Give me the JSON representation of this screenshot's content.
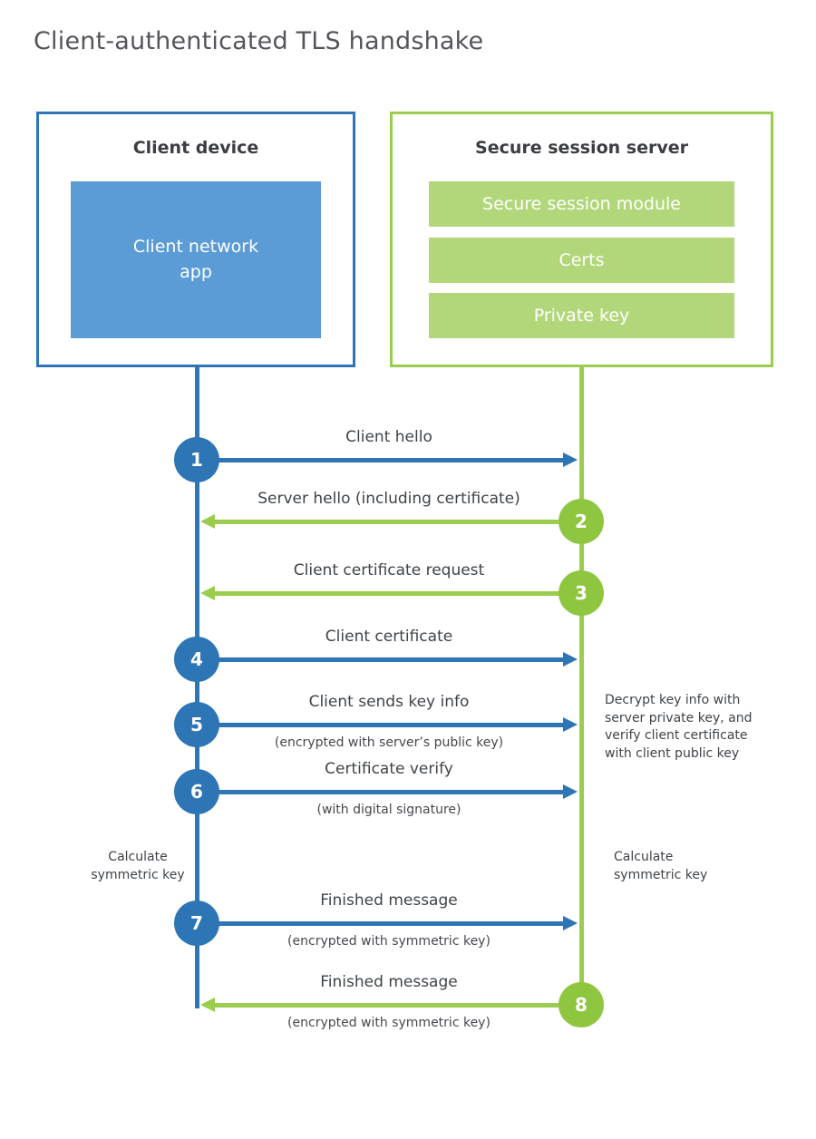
{
  "title": "Client-authenticated TLS handshake",
  "colors": {
    "client_blue": "#2e75b6",
    "client_fill_blue": "#5b9cd6",
    "server_green_line": "#9acc4e",
    "server_green_circle": "#8fc640",
    "server_fill_green": "#b2d77b",
    "title_gray": "#54565b",
    "text_dark": "#3f4347"
  },
  "client_box": {
    "title": "Client device",
    "app_label": "Client network app"
  },
  "server_box": {
    "title": "Secure session server",
    "modules": [
      "Secure session module",
      "Certs",
      "Private key"
    ]
  },
  "steps": [
    {
      "num": "1",
      "label": "Client hello",
      "sublabel": "",
      "from": "client",
      "to": "server"
    },
    {
      "num": "2",
      "label": "Server hello (including certificate)",
      "sublabel": "",
      "from": "server",
      "to": "client"
    },
    {
      "num": "3",
      "label": "Client certificate request",
      "sublabel": "",
      "from": "server",
      "to": "client"
    },
    {
      "num": "4",
      "label": "Client certificate",
      "sublabel": "",
      "from": "client",
      "to": "server"
    },
    {
      "num": "5",
      "label": "Client sends key info",
      "sublabel": "(encrypted with server’s public key)",
      "from": "client",
      "to": "server"
    },
    {
      "num": "6",
      "label": "Certificate verify",
      "sublabel": "(with digital signature)",
      "from": "client",
      "to": "server"
    },
    {
      "num": "7",
      "label": "Finished message",
      "sublabel": "(encrypted with symmetric key)",
      "from": "client",
      "to": "server"
    },
    {
      "num": "8",
      "label": "Finished message",
      "sublabel": "(encrypted with symmetric key)",
      "from": "server",
      "to": "client"
    }
  ],
  "notes": {
    "decrypt": "Decrypt key info with server private key, and verify client certificate with client public key",
    "calc_left": "Calculate symmetric key",
    "calc_right": "Calculate symmetric key"
  }
}
